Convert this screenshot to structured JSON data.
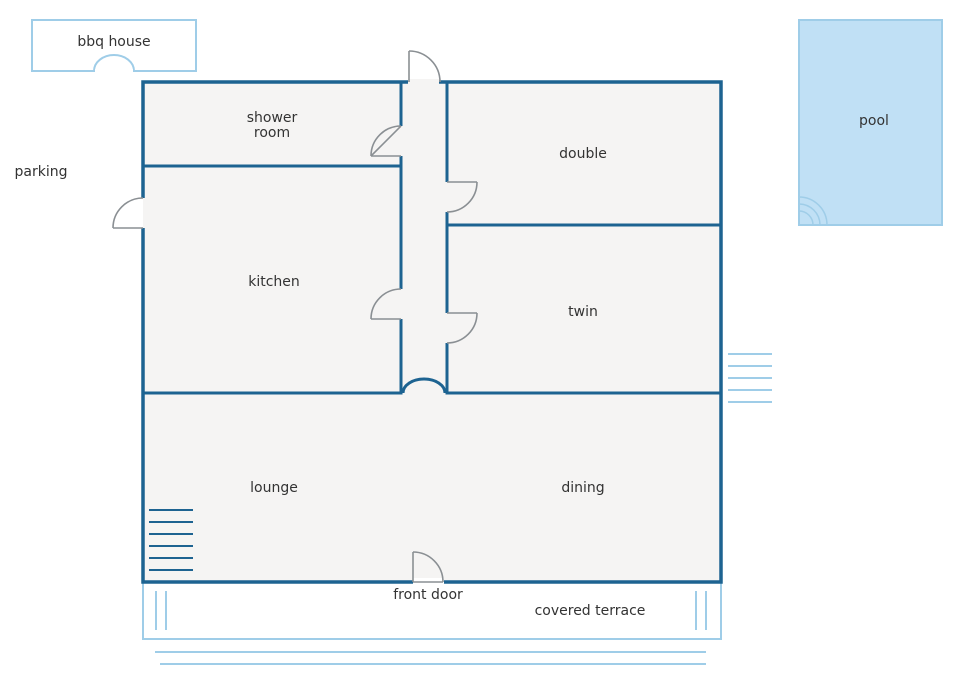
{
  "labels": {
    "bbq_house": "bbq house",
    "pool": "pool",
    "parking": "parking",
    "shower_room_1": "shower",
    "shower_room_2": "room",
    "double": "double",
    "kitchen": "kitchen",
    "twin": "twin",
    "lounge": "lounge",
    "dining": "dining",
    "front_door": "front door",
    "covered_terrace": "covered terrace"
  },
  "colors": {
    "wall": "#1d6391",
    "room_fill": "#f5f4f3",
    "pool_fill": "#c0e0f5",
    "light_outline": "#9fcde8",
    "door": "#8a8f93"
  }
}
